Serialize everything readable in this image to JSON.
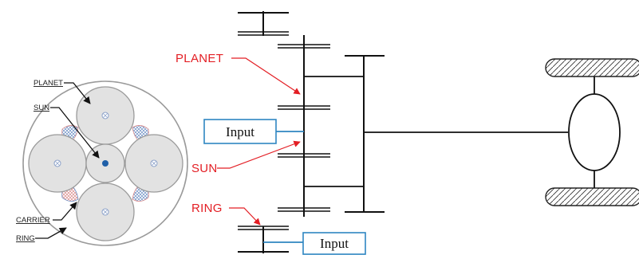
{
  "left_view": {
    "labels": {
      "planet": "PLANET",
      "sun": "SUN",
      "carrier": "CARRIER",
      "ring": "RING"
    }
  },
  "schematic": {
    "labels": {
      "planet": "PLANET",
      "sun": "SUN",
      "ring": "RING",
      "input_sun": "Input",
      "input_ring": "Input"
    }
  },
  "colors": {
    "label_red": "#e31e24",
    "input_blue": "#2e86c1",
    "circle_fill": "#e2e2e2",
    "circle_stroke": "#9a9a9a",
    "hatch_blue": "#6c8ec4",
    "hatch_red": "#d98a8a"
  }
}
